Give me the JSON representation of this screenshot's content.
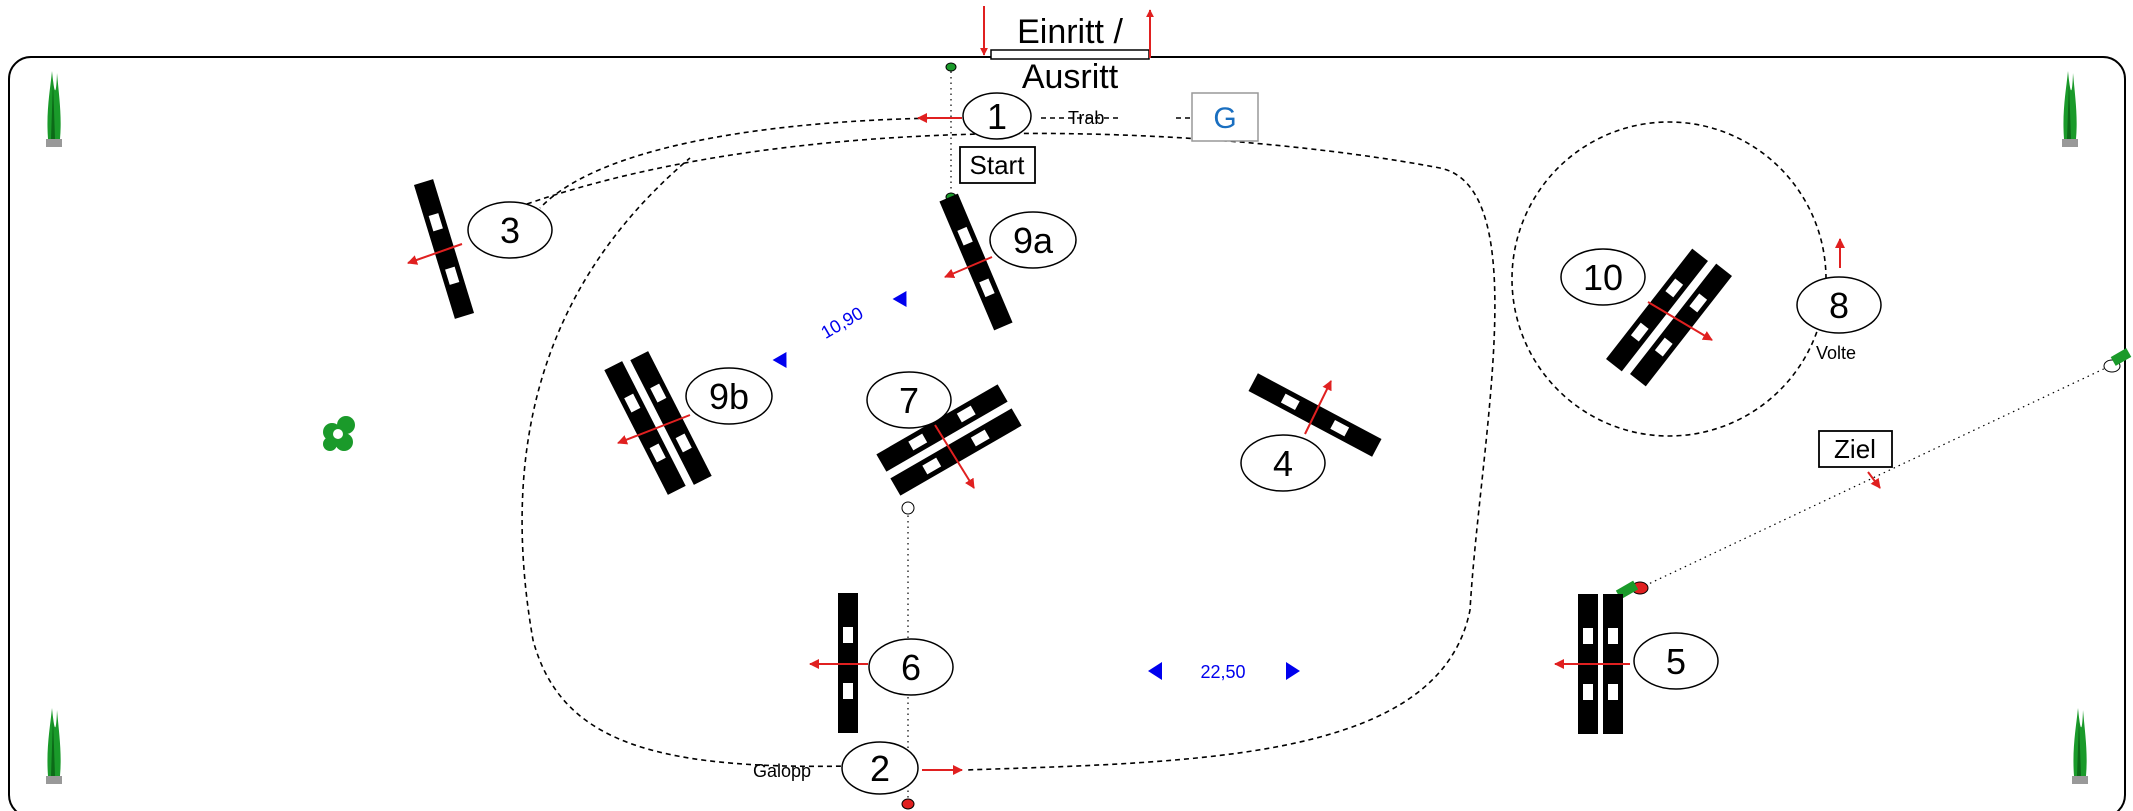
{
  "entrance": {
    "line1": "Einritt /",
    "line2": "Ausritt"
  },
  "start_label": "Start",
  "finish_label": "Ziel",
  "g_label": "G",
  "gait_labels": {
    "trot": "Trab",
    "canter": "Galopp",
    "volte": "Volte"
  },
  "obstacles": [
    {
      "id": "1",
      "label": "1"
    },
    {
      "id": "2",
      "label": "2"
    },
    {
      "id": "3",
      "label": "3"
    },
    {
      "id": "4",
      "label": "4"
    },
    {
      "id": "5",
      "label": "5"
    },
    {
      "id": "6",
      "label": "6"
    },
    {
      "id": "7",
      "label": "7"
    },
    {
      "id": "8",
      "label": "8"
    },
    {
      "id": "9a",
      "label": "9a"
    },
    {
      "id": "9b",
      "label": "9b"
    },
    {
      "id": "10",
      "label": "10"
    }
  ],
  "distances": [
    {
      "value": "10,90"
    },
    {
      "value": "22,50"
    }
  ],
  "colors": {
    "arrow": "#e02020",
    "distance": "#0000ee",
    "g_text": "#1a6fc0",
    "plant": "#1a9a2a",
    "pole": "#000000"
  }
}
